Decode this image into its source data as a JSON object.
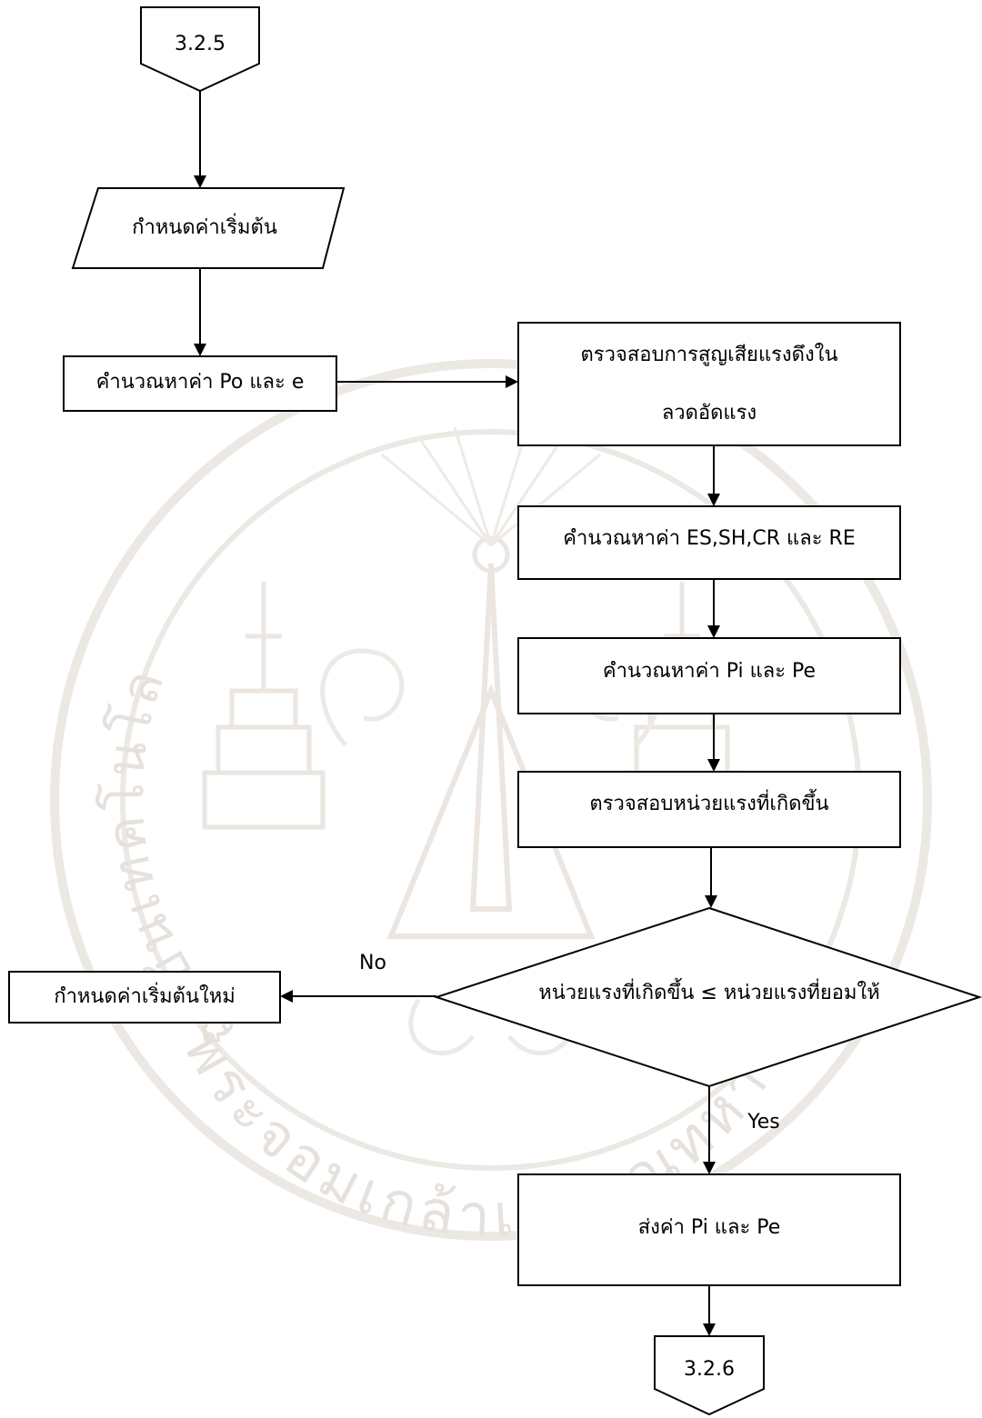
{
  "diagram": {
    "type": "flowchart",
    "start_connector": "3.2.5",
    "input_step": "กำหนดค่าเริ่มต้น",
    "calc_po_e": "คำนวณหาค่า Po และ e",
    "check_loss_line1": "ตรวจสอบการสูญเสียแรงดึงใน",
    "check_loss_line2": "ลวดอัดแรง",
    "calc_losses": "คำนวณหาค่า ES,SH,CR และ RE",
    "calc_pi_pe": "คำนวณหาค่า Pi และ Pe",
    "check_stress": "ตรวจสอบหน่วยแรงที่เกิดขึ้น",
    "decision": "หน่วยแรงที่เกิดขึ้น ≤ หน่วยแรงที่ยอมให้",
    "no_label": "No",
    "no_action": "กำหนดค่าเริ่มต้นใหม่",
    "yes_label": "Yes",
    "output_step": "ส่งค่า Pi และ Pe",
    "end_connector": "3.2.6"
  },
  "watermark": {
    "ring_text": "พระจอมเกล้าเจ้าคุณทหาร",
    "left_text": "สถาบันเทคโนโลยี",
    "color": "#e9e4df"
  },
  "colors": {
    "line": "#000000",
    "fill": "#ffffff"
  }
}
